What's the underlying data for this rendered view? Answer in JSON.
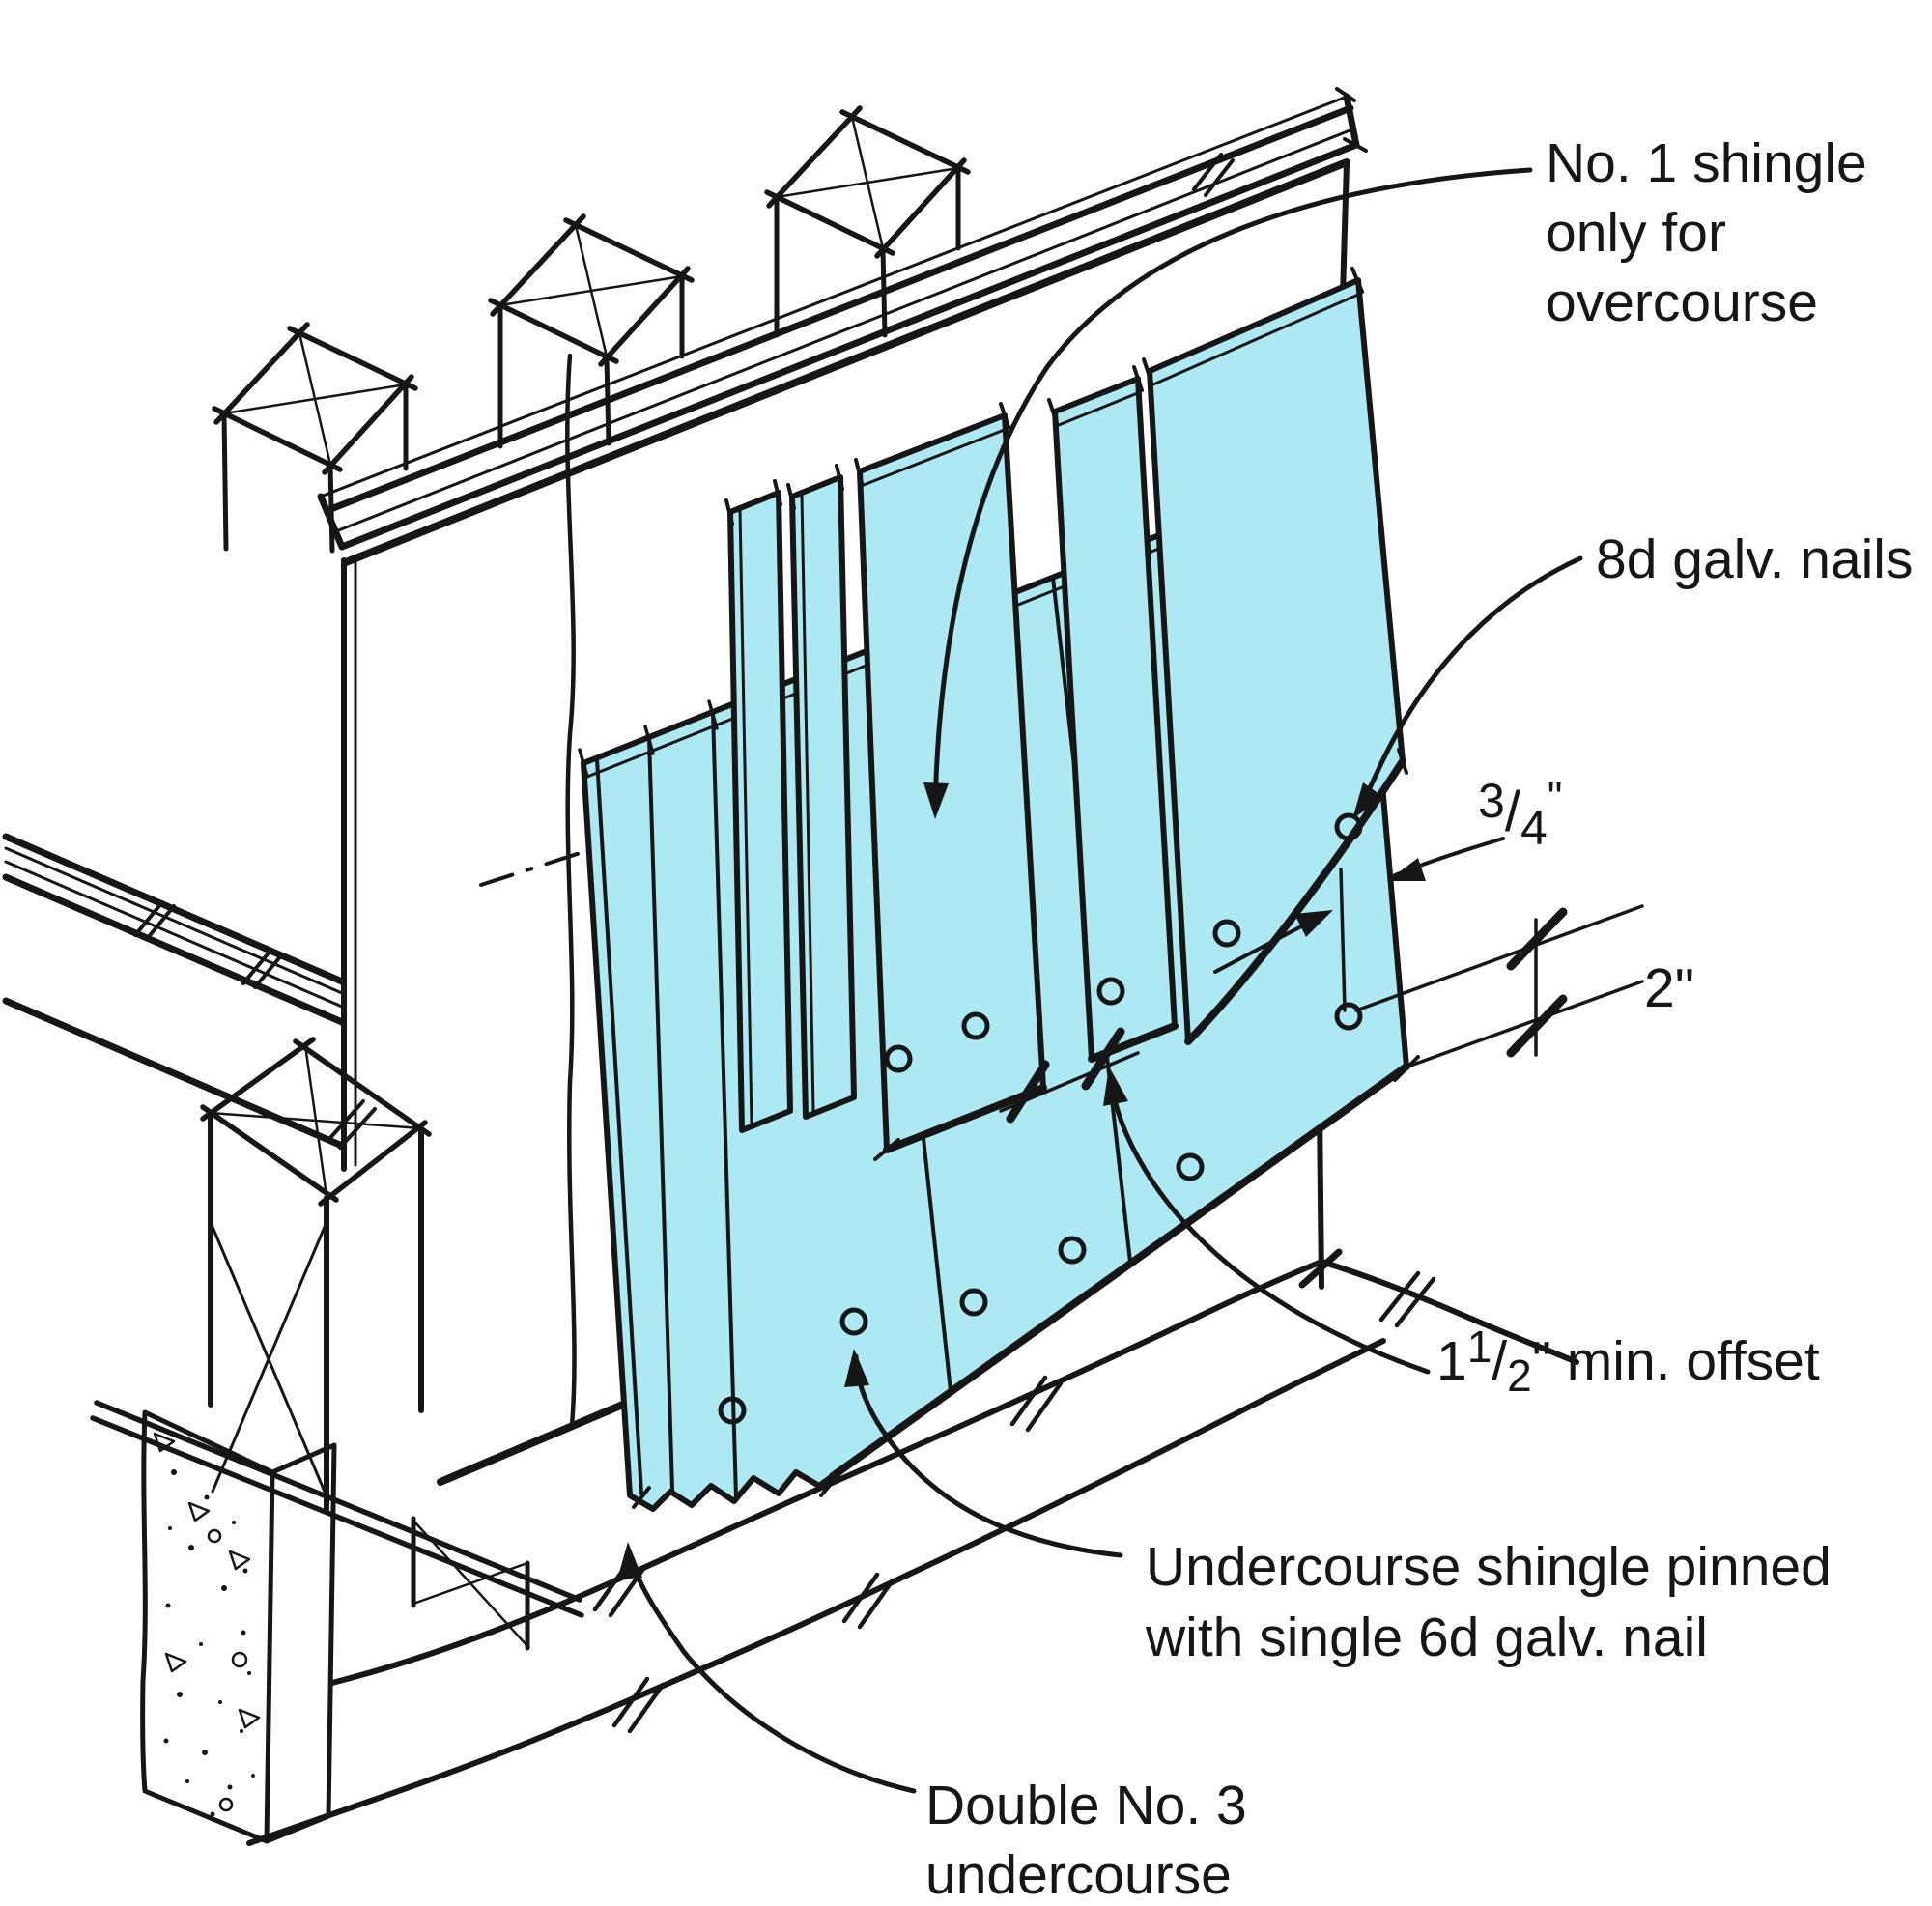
{
  "diagram": {
    "type": "construction-detail-sketch",
    "subject": "Double-coursed wood shingle sidewall application over sheathed stud wall",
    "colors": {
      "line": "#161616",
      "shingle_fill": "#ace9f2",
      "background": "#ffffff"
    },
    "labels": {
      "no1_shingle": {
        "line1": "No. 1 shingle",
        "line2": "only for",
        "line3": "overcourse"
      },
      "nails_8d": "8d galv. nails",
      "dim_three_quarter": {
        "numerator": "3",
        "slash": "/",
        "denominator": "4",
        "unit": "\""
      },
      "dim_two": {
        "value": "2",
        "unit": "\""
      },
      "offset": {
        "whole": "1",
        "numerator": "1",
        "slash": "/",
        "denominator": "2",
        "unit": "\"",
        "rest": " min. offset"
      },
      "undercourse_pinned": {
        "line1": "Undercourse shingle pinned",
        "line2": "with single 6d galv. nail"
      },
      "double_no3": {
        "line1": "Double No. 3",
        "line2": "undercourse"
      }
    }
  }
}
